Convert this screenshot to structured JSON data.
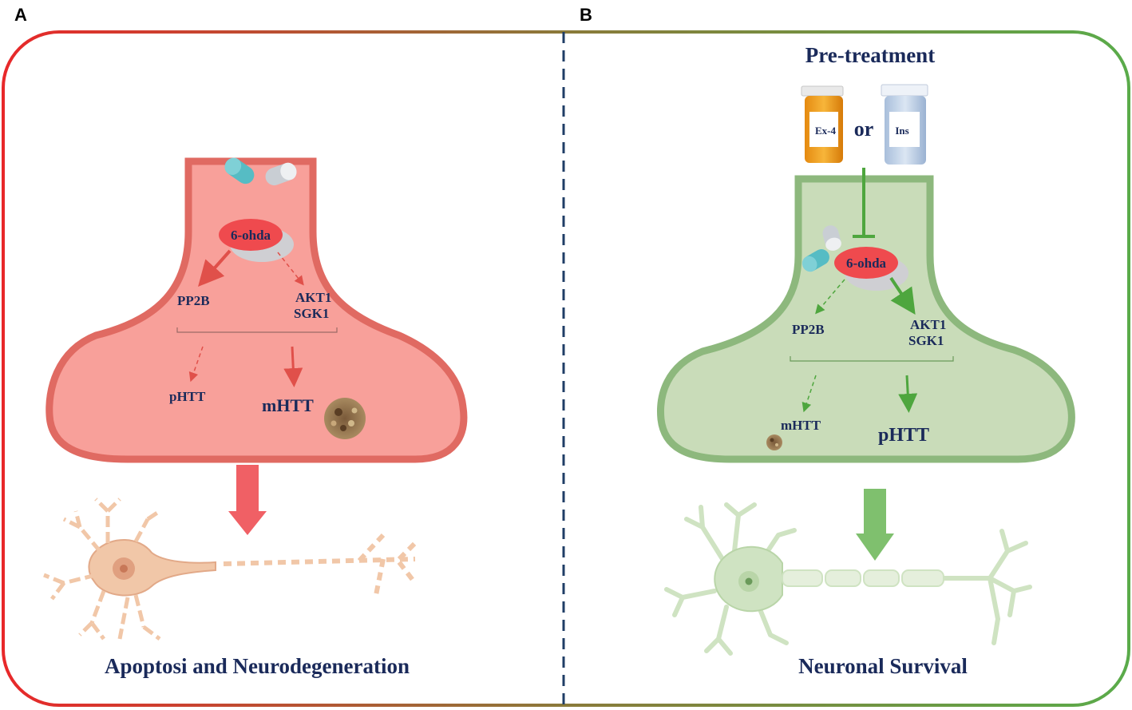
{
  "panels": {
    "a": {
      "letter": "A",
      "enzyme": "6-ohda",
      "pp2b": "PP2B",
      "akt1": "AKT1",
      "sgk1": "SGK1",
      "phtt": "pHTT",
      "mhtt": "mHTT",
      "caption": "Apoptosi and Neurodegeneration"
    },
    "b": {
      "letter": "B",
      "pretreatment": "Pre-treatment",
      "drug1": "Ex-4",
      "or": "or",
      "drug2": "Ins",
      "enzyme": "6-ohda",
      "pp2b": "PP2B",
      "akt1": "AKT1",
      "sgk1": "SGK1",
      "mhtt": "mHTT",
      "phtt": "pHTT",
      "caption": "Neuronal Survival"
    }
  },
  "colors": {
    "red_border": "#e8282a",
    "green_border": "#5aab4a",
    "synapse_red": "#f8a09a",
    "synapse_red_edge": "#e06a62",
    "synapse_green": "#c9dcb9",
    "synapse_green_edge": "#8db87d",
    "neuron_tan": "#f1c7a8",
    "neuron_green": "#cfe3c2",
    "divider": "#1f3d66"
  }
}
